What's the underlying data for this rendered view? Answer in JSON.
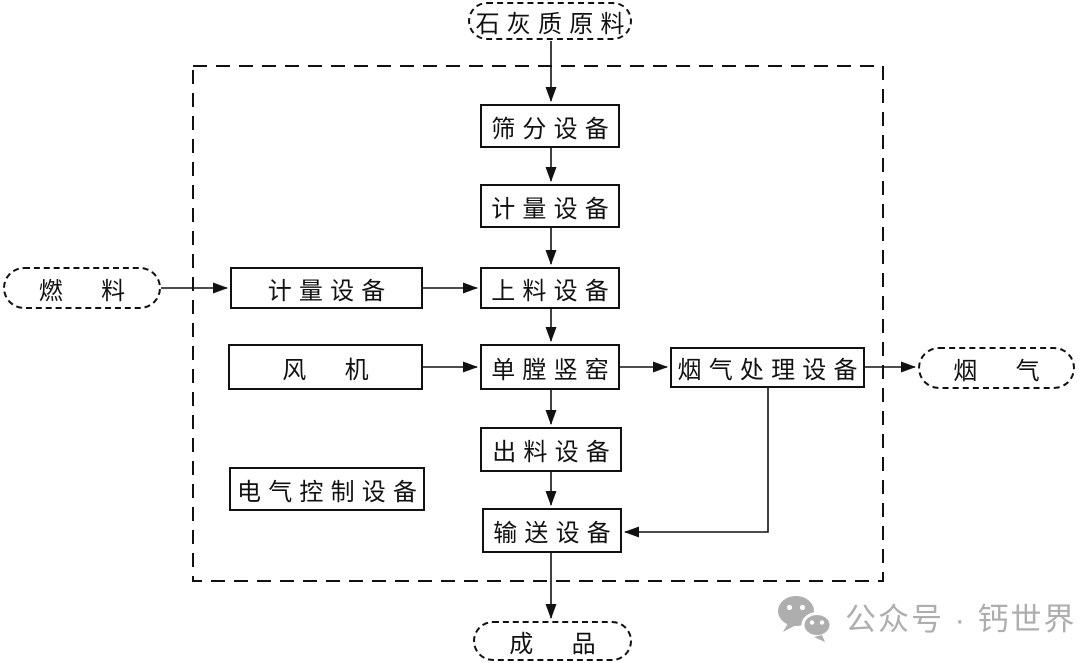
{
  "diagram": {
    "kind": "flowchart",
    "nodes": {
      "raw_material": {
        "label": "石灰质原料",
        "shape": "terminal"
      },
      "screening": {
        "label": "筛分设备",
        "shape": "box"
      },
      "metering_top": {
        "label": "计量设备",
        "shape": "box"
      },
      "fuel": {
        "label": "燃　料",
        "shape": "terminal"
      },
      "metering_left": {
        "label": "计量设备",
        "shape": "box"
      },
      "feeding": {
        "label": "上料设备",
        "shape": "box"
      },
      "fan": {
        "label": "风　机",
        "shape": "box"
      },
      "kiln": {
        "label": "单膛竖窑",
        "shape": "box"
      },
      "flue_gas_treatment": {
        "label": "烟气处理设备",
        "shape": "box"
      },
      "flue_gas": {
        "label": "烟　气",
        "shape": "terminal"
      },
      "discharge": {
        "label": "出料设备",
        "shape": "box"
      },
      "electrical_control": {
        "label": "电气控制设备",
        "shape": "box"
      },
      "conveying": {
        "label": "输送设备",
        "shape": "box"
      },
      "product": {
        "label": "成　品",
        "shape": "terminal"
      }
    },
    "edges": [
      {
        "from": "raw_material",
        "to": "screening"
      },
      {
        "from": "screening",
        "to": "metering_top"
      },
      {
        "from": "metering_top",
        "to": "feeding"
      },
      {
        "from": "fuel",
        "to": "metering_left"
      },
      {
        "from": "metering_left",
        "to": "feeding"
      },
      {
        "from": "feeding",
        "to": "kiln"
      },
      {
        "from": "fan",
        "to": "kiln"
      },
      {
        "from": "kiln",
        "to": "flue_gas_treatment"
      },
      {
        "from": "flue_gas_treatment",
        "to": "flue_gas"
      },
      {
        "from": "kiln",
        "to": "discharge"
      },
      {
        "from": "discharge",
        "to": "conveying"
      },
      {
        "from": "flue_gas_treatment",
        "to": "conveying"
      },
      {
        "from": "conveying",
        "to": "product"
      }
    ],
    "boundary": {
      "style": "dashed",
      "contains": "plant equipment"
    }
  },
  "colors": {
    "line": "#111111",
    "background": "#ffffff",
    "watermark": "#aeaeae"
  },
  "watermark": {
    "icon": "wechat-icon",
    "text": "公众号 · 钙世界"
  }
}
